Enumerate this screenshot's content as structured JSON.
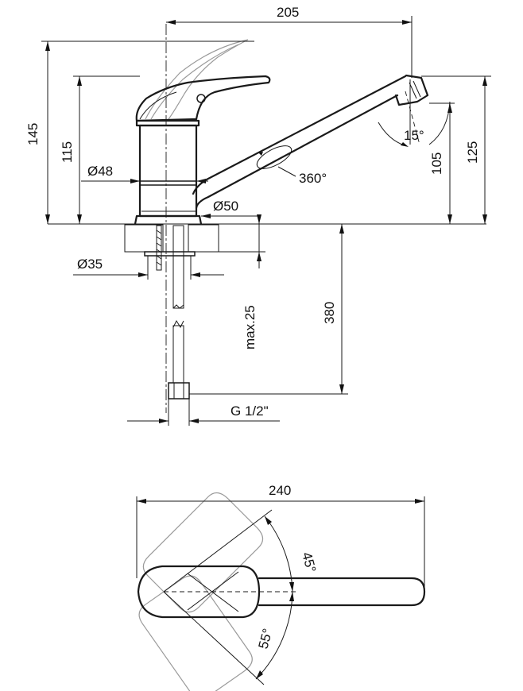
{
  "dimensions": {
    "spout_reach": "205",
    "total_height": "145",
    "handle_height": "115",
    "body_diameter": "Ø48",
    "base_diameter": "Ø50",
    "spout_tilt": "15°",
    "spout_rotation": "360°",
    "outlet_height": "105",
    "spout_height": "125",
    "mounting_hole": "Ø35",
    "max_countertop": "max.25",
    "hose_length": "380",
    "connection_thread": "G 1/2\"",
    "top_view_length": "240",
    "handle_angle_back": "45°",
    "handle_angle_front": "55°"
  }
}
